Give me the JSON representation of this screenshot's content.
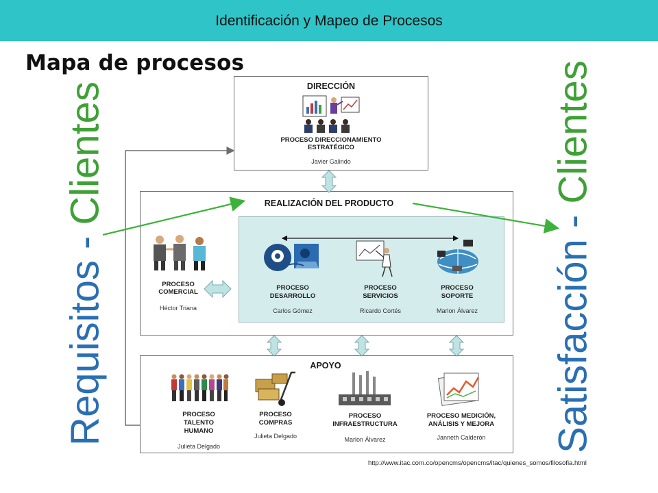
{
  "header": {
    "title": "Identificación y Mapeo de Procesos",
    "color": "#2ec4c8"
  },
  "page_title": "Mapa de procesos",
  "left_label": {
    "part1": "Requisitos - ",
    "part2": "Clientes"
  },
  "right_label": {
    "part1": "Satisfacción - ",
    "part2": "Clientes"
  },
  "direccion": {
    "title": "DIRECCIÓN",
    "process_line1": "PROCESO DIRECCIONAMIENTO",
    "process_line2": "ESTRATÉGICO",
    "owner": "Javier Galindo"
  },
  "realizacion": {
    "title": "REALIZACIÓN DEL PRODUCTO",
    "comercial": {
      "line1": "PROCESO",
      "line2": "COMERCIAL",
      "owner": "Héctor Triana"
    },
    "desarrollo": {
      "line1": "PROCESO",
      "line2": "DESARROLLO",
      "owner": "Carlos Gómez"
    },
    "servicios": {
      "line1": "PROCESO",
      "line2": "SERVICIOS",
      "owner": "Ricardo Cortés"
    },
    "soporte": {
      "line1": "PROCESO",
      "line2": "SOPORTE",
      "owner": "Marlon Álvarez"
    }
  },
  "apoyo": {
    "title": "APOYO",
    "talento": {
      "line1": "PROCESO",
      "line2": "TALENTO",
      "line3": "HUMANO",
      "owner": "Julieta Delgado"
    },
    "compras": {
      "line1": "PROCESO",
      "line2": "COMPRAS",
      "owner": "Julieta Delgado"
    },
    "infraestructura": {
      "line1": "PROCESO",
      "line2": "INFRAESTRUCTURA",
      "owner": "Marlon Álvarez"
    },
    "medicion": {
      "line1": "PROCESO MEDICIÓN,",
      "line2": "ANÁLISIS Y MEJORA",
      "owner": "Janneth Calderón"
    }
  },
  "source": "http://www.itac.com.co/opencms/opencms/itac/quienes_somos/filosofia.html",
  "colors": {
    "blue_text": "#2a6fb3",
    "green_text": "#3ea135",
    "arrow_green": "#3db23a",
    "inner_box": "#d5ecec",
    "block_arrow": "#bde3e3"
  }
}
